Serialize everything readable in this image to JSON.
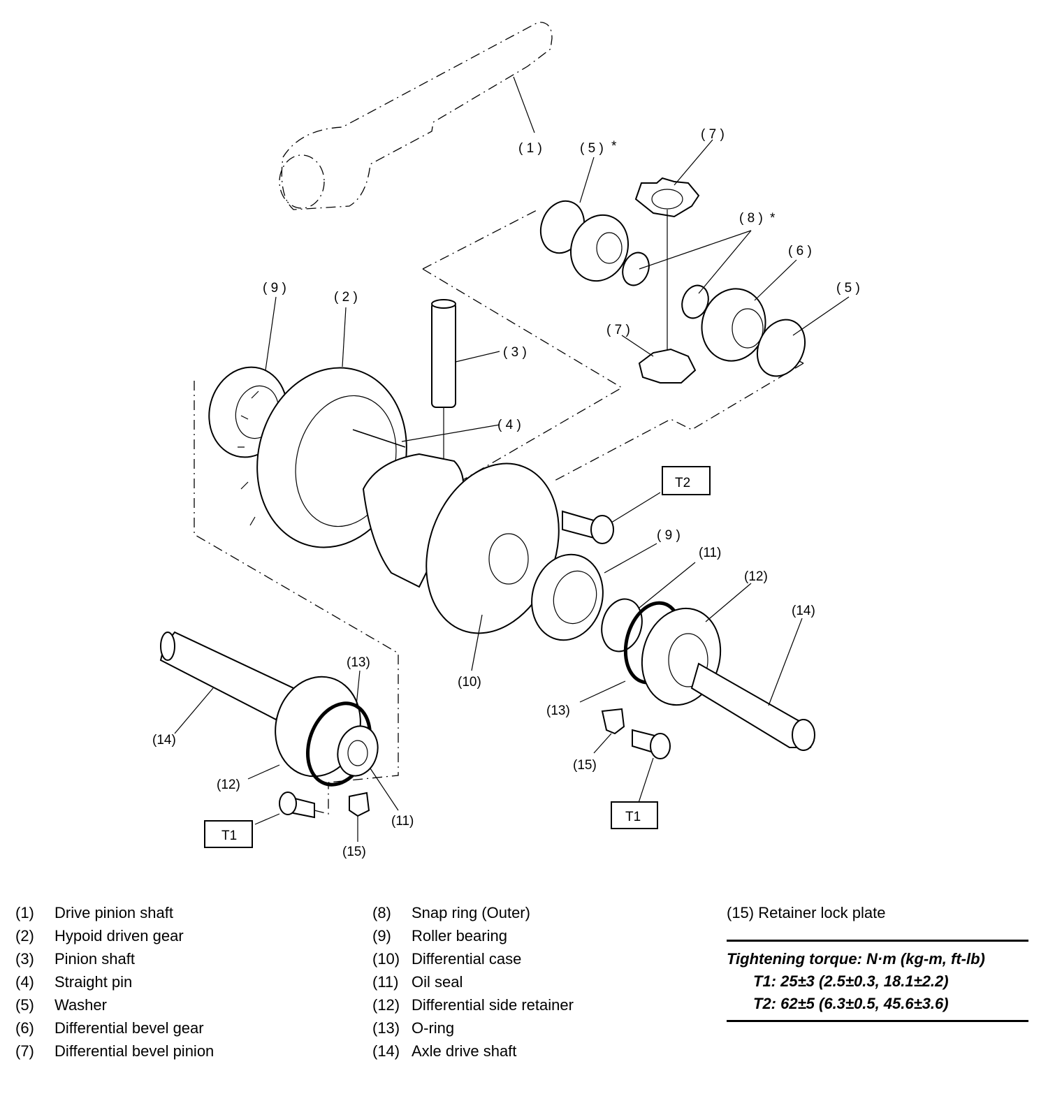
{
  "callouts": {
    "c1": "( 1 )",
    "c5a": "( 5 )",
    "c7a": "( 7 )",
    "c8": "( 8 )",
    "c6": "( 6 )",
    "c5b": "( 5 )",
    "c9a": "( 9 )",
    "c2": "( 2 )",
    "c3": "( 3 )",
    "c7b": "( 7 )",
    "c4": "( 4 )",
    "t2": "T2",
    "c9b": "( 9 )",
    "c11a": "(11)",
    "c12a": "(12)",
    "c14a": "(14)",
    "c13a": "(13)",
    "c10": "(10)",
    "c13b": "(13)",
    "c14b": "(14)",
    "c15a": "(15)",
    "t1a": "T1",
    "c12b": "(12)",
    "c11b": "(11)",
    "t1b": "T1",
    "c15b": "(15)",
    "asterisk": "*"
  },
  "legend": {
    "col1": [
      {
        "num": "(1)",
        "text": "Drive pinion shaft"
      },
      {
        "num": "(2)",
        "text": "Hypoid driven gear"
      },
      {
        "num": "(3)",
        "text": "Pinion shaft"
      },
      {
        "num": "(4)",
        "text": "Straight pin"
      },
      {
        "num": "(5)",
        "text": "Washer"
      },
      {
        "num": "(6)",
        "text": "Differential bevel gear"
      },
      {
        "num": "(7)",
        "text": "Differential bevel pinion"
      }
    ],
    "col2": [
      {
        "num": "(8)",
        "text": "Snap ring (Outer)"
      },
      {
        "num": "(9)",
        "text": "Roller bearing"
      },
      {
        "num": "(10)",
        "text": "Differential case"
      },
      {
        "num": "(11)",
        "text": "Oil seal"
      },
      {
        "num": "(12)",
        "text": "Differential side retainer"
      },
      {
        "num": "(13)",
        "text": "O-ring"
      },
      {
        "num": "(14)",
        "text": "Axle drive shaft"
      }
    ],
    "col3": [
      {
        "num": "(15)",
        "text": "Retainer lock plate"
      }
    ]
  },
  "torque": {
    "title": "Tightening torque: N·m (kg-m, ft-lb)",
    "t1": "T1: 25±3 (2.5±0.3, 18.1±2.2)",
    "t2": "T2: 62±5 (6.3±0.5, 45.6±3.6)"
  },
  "colors": {
    "ink": "#000000",
    "paper": "#ffffff"
  }
}
